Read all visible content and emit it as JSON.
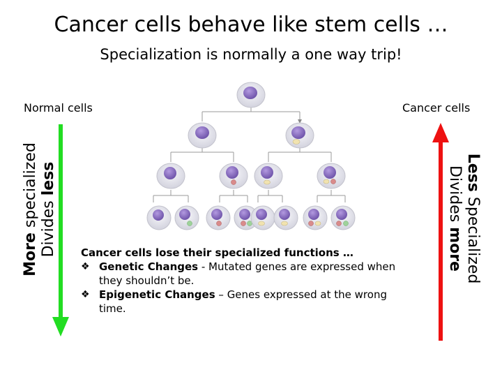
{
  "title": "Cancer cells behave like stem cells …",
  "subtitle": "Specialization is normally a one way trip!",
  "labels": {
    "normal_cells": "Normal cells",
    "cancer_cells": "Cancer cells"
  },
  "left_axis": {
    "line1_bold": "More",
    "line1_rest": " specialized",
    "line2_rest": "Divides ",
    "line2_bold": "less",
    "arrow_color": "#22dd22",
    "direction": "down"
  },
  "right_axis": {
    "line1_bold": "Less",
    "line1_rest": " Specialized",
    "line2_rest": "Divides ",
    "line2_bold": "more",
    "arrow_color": "#ee1111",
    "direction": "up"
  },
  "explanation": {
    "heading": "Cancer cells lose their specialized functions …",
    "bullets": [
      {
        "bullet_icon": "diamond-bullet-icon",
        "term": "Genetic Changes",
        "sep": " - ",
        "text": "Mutated genes are expressed when they shouldn’t be."
      },
      {
        "bullet_icon": "diamond-bullet-icon",
        "term": "Epigenetic Changes",
        "sep": " –  ",
        "text": "Genes expressed at the wrong time."
      }
    ]
  },
  "colors": {
    "cell_body": "#e4e4ec",
    "nucleus": "#8a6cc0",
    "organelle_pink": "#d98b8b",
    "organelle_green": "#9fd29a",
    "organelle_yellow": "#f1e3b0"
  }
}
